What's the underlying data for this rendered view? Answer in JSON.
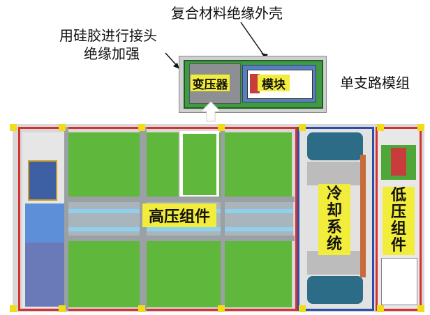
{
  "labels": {
    "shell": "复合材料绝缘外壳",
    "joint_line1": "用硅胶进行接头",
    "joint_line2": "绝缘加强",
    "branch": "单支路模组",
    "transformer": "变压器",
    "module": "模块",
    "hv_group": "高压组件",
    "cooling_1": "冷",
    "cooling_2": "却",
    "cooling_3": "系",
    "cooling_4": "统",
    "lv_1": "低",
    "lv_2": "压",
    "lv_3": "组",
    "lv_4": "件"
  },
  "colors": {
    "frame_red": "#d63030",
    "frame_blue": "#2b4fa8",
    "panel_green": "#5fb73c",
    "label_yellow": "#f2ec3a",
    "beam_gray": "#9aa0a4"
  }
}
